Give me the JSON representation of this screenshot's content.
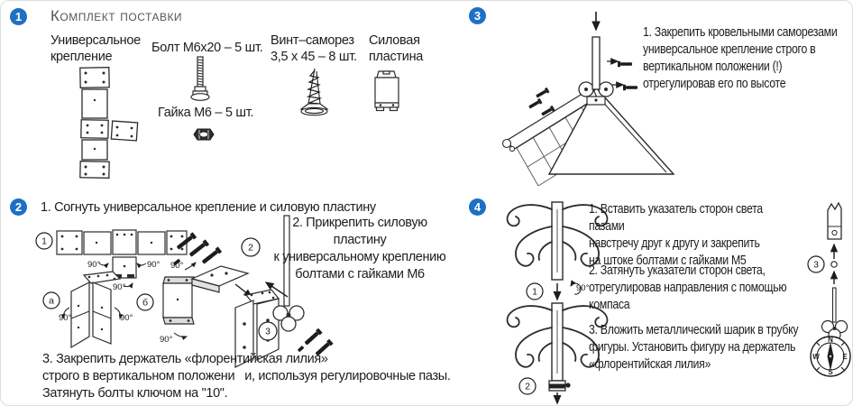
{
  "meta": {
    "accent_color": "#1f70c4",
    "ink_color": "#1d1d1d",
    "title_color": "#55565a"
  },
  "s1": {
    "badge": "1",
    "title": "Комплект поставки",
    "item_universal": "Универсальное\nкрепление",
    "item_bolt": "Болт М6х20 – 5 шт.",
    "item_nut": "Гайка М6 – 5 шт.",
    "item_screw": "Винт–саморез\n3,5 х 45 – 8 шт.",
    "item_plate": "Силовая\nпластина"
  },
  "s2": {
    "badge": "2",
    "step1": "1. Согнуть универсальное крепление и силовую пластину",
    "step2": "2. Прикрепить силовую пластину\nк универсальному креплению\nболтами с гайками М6",
    "step3": "3. Закрепить держатель «флорентийская лилия»\nстрого в вертикальном положени   и, используя регулировочные пазы.\nЗатянуть болты ключом на \"10\".",
    "angle": "90°",
    "marks": {
      "m1": "1",
      "ma": "а",
      "mb": "б",
      "m2": "2",
      "m3": "3"
    }
  },
  "s3": {
    "badge": "3",
    "step1": "1. Закрепить кровельными саморезами\nуниверсальное крепление строго в\nвертикальном положении (!)\nотрегулировав его по высоте"
  },
  "s4": {
    "badge": "4",
    "step1": "1. Вставить указатель сторон света пазами\nнавстречу друг к другу и закрепить\nна штоке болтами с гайками М5",
    "step2": "2. Затянуть указатели сторон света,\nотрегулировав направления с помощью\nкомпаса",
    "step3": "3. Вложить металлический шарик в трубку\nфигуры. Установить фигуру на держатель\n«флорентийская лилия»",
    "angle": "90°",
    "marks": {
      "m1": "1",
      "m2": "2",
      "m3": "3"
    },
    "compass": {
      "n": "N",
      "e": "E",
      "s": "S",
      "w": "W"
    }
  }
}
